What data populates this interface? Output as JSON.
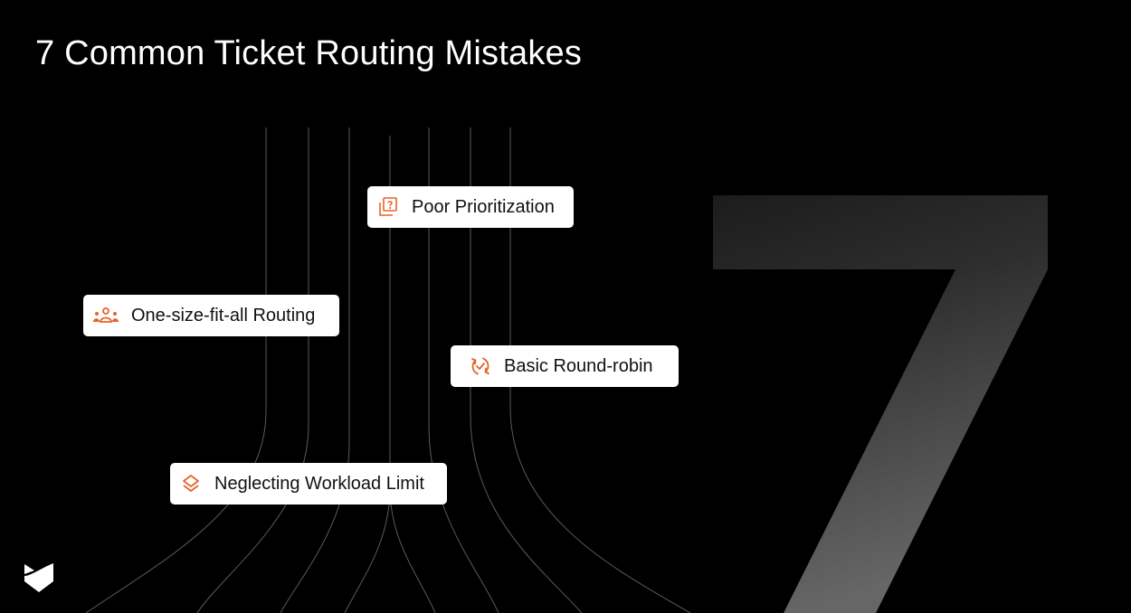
{
  "title": "7 Common Ticket Routing Mistakes",
  "big_numeral": "7",
  "accent_color": "#E8622C",
  "cards": [
    {
      "label": "Poor Prioritization",
      "icon": "question-stack-icon"
    },
    {
      "label": "One-size-fit-all Routing",
      "icon": "team-group-icon"
    },
    {
      "label": "Basic Round-robin",
      "icon": "cycle-check-icon"
    },
    {
      "label": "Neglecting Workload Limit",
      "icon": "layers-icon"
    }
  ],
  "logo": "brand-logo-icon"
}
